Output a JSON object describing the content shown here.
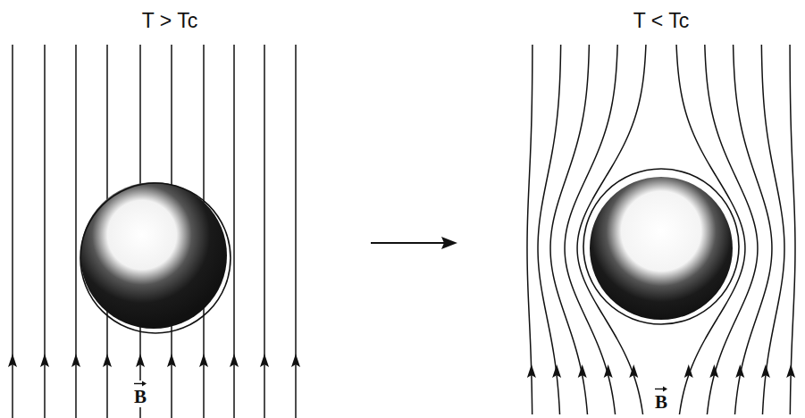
{
  "diagram": {
    "labels": [
      "T > Tc",
      "T < Tc",
      "B",
      "B"
    ]
  }
}
